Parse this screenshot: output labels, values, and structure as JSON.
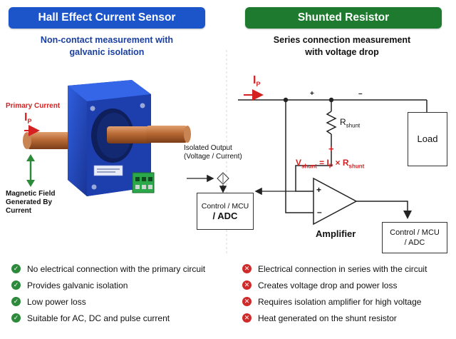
{
  "left_panel": {
    "title": "Hall Effect Current Sensor",
    "subtitle_line1": "Non-contact measurement with",
    "subtitle_line2": "galvanic isolation",
    "primary_current_label": "Primary Current",
    "ip_label": "I",
    "ip_sub": "P",
    "magnetic_field_line1": "Magnetic Field",
    "magnetic_field_line2": "Generated By",
    "magnetic_field_line3": "Current",
    "isolated_output_line1": "Isolated Output",
    "isolated_output_line2": "(Voltage / Current)",
    "control_box_line1": "Control / MCU",
    "control_box_line2": "/ ADC",
    "features": [
      "No electrical connection with the primary circuit",
      "Provides galvanic isolation",
      "Low power loss",
      "Suitable for AC, DC and pulse current"
    ]
  },
  "right_panel": {
    "title": "Shunted Resistor",
    "subtitle_line1": "Series connection measurement",
    "subtitle_line2": "with voltage drop",
    "ip_label": "I",
    "ip_sub": "P",
    "plus_top": "+",
    "minus_top": "–",
    "rshunt_label": "R",
    "rshunt_sub": "shunt",
    "plus_under": "+",
    "load_label": "Load",
    "vshunt_label": "V",
    "vshunt_sub": "shunt",
    "vshunt_eq": "= I",
    "vshunt_eq_sub": "P",
    "vshunt_times": "× R",
    "vshunt_times_sub": "shunt",
    "amp_plus": "+",
    "amp_minus": "–",
    "amplifier_label": "Amplifier",
    "control_box_line1": "Control / MCU",
    "control_box_line2": "/ ADC",
    "features": [
      "Electrical connection in series with the circuit",
      "Creates voltage drop and power loss",
      "Requires isolation amplifier for high voltage",
      "Heat generated on the shunt resistor"
    ]
  },
  "icons": {
    "check": "✓",
    "cross": "✕"
  },
  "colors": {
    "left_banner": "#1c55c9",
    "right_banner": "#1d7a2e",
    "accent_red": "#d42222",
    "accent_green": "#2c8a3a",
    "sensor_blue": "#1f45b8",
    "copper": "#b86a35"
  }
}
